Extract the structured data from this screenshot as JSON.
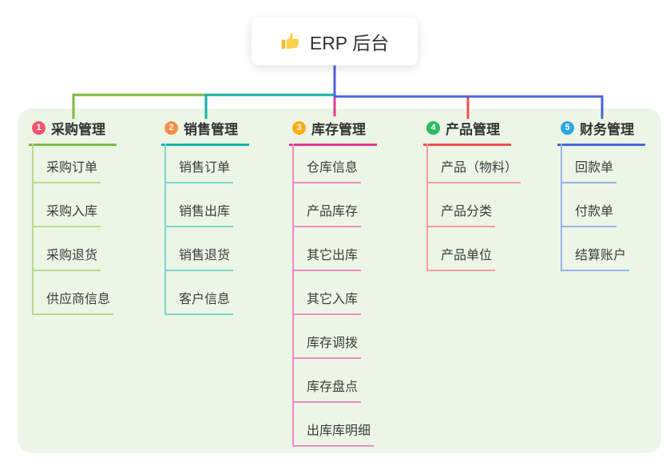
{
  "root": {
    "label": "ERP 后台",
    "icon": "thumbs-up-icon"
  },
  "branches": [
    {
      "index": "1",
      "label": "采购管理",
      "line_color": "#7eb840",
      "child_line_color": "#b8da8c",
      "badge_color": "#f4566d",
      "children": [
        "采购订单",
        "采购入库",
        "采购退货",
        "供应商信息"
      ]
    },
    {
      "index": "2",
      "label": "销售管理",
      "line_color": "#14b1a4",
      "child_line_color": "#79d6cb",
      "badge_color": "#fb8d40",
      "children": [
        "销售订单",
        "销售出库",
        "销售退货",
        "客户信息"
      ]
    },
    {
      "index": "3",
      "label": "库存管理",
      "line_color": "#e03a92",
      "child_line_color": "#ef8ac2",
      "badge_color": "#fbac18",
      "children": [
        "仓库信息",
        "产品库存",
        "其它出库",
        "其它入库",
        "库存调拨",
        "库存盘点",
        "出库库明细"
      ]
    },
    {
      "index": "4",
      "label": "产品管理",
      "line_color": "#ef4e52",
      "child_line_color": "#f89e9e",
      "badge_color": "#2eba62",
      "children": [
        "产品（物料）",
        "产品分类",
        "产品单位"
      ]
    },
    {
      "index": "5",
      "label": "财务管理",
      "line_color": "#4964d9",
      "child_line_color": "#97b1e8",
      "badge_color": "#2aa7e2",
      "children": [
        "回款单",
        "付款单",
        "结算账户"
      ]
    }
  ],
  "stem_color": "#4964d9",
  "panel_bg": "#ecf6e6",
  "canvas_bg": "#ffffff"
}
